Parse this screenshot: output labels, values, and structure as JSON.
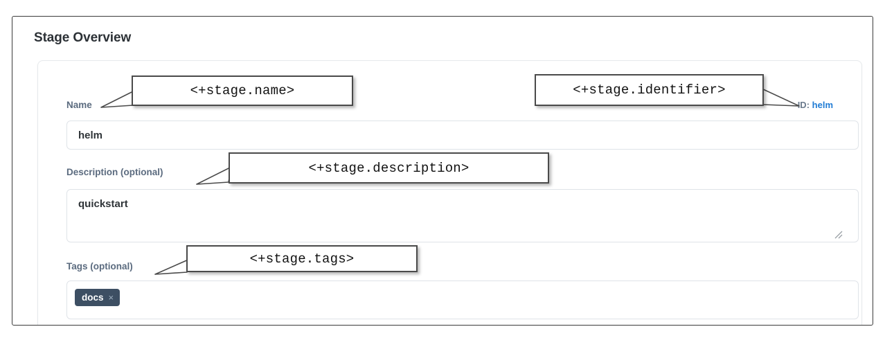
{
  "page": {
    "title": "Stage Overview"
  },
  "form": {
    "name": {
      "label": "Name",
      "value": "helm",
      "placeholder": ""
    },
    "identifier": {
      "label": "ID:",
      "value": "helm"
    },
    "description": {
      "label": "Description (optional)",
      "value": "quickstart",
      "placeholder": ""
    },
    "tags": {
      "label": "Tags (optional)",
      "chips": [
        {
          "text": "docs",
          "remove_icon": "×"
        }
      ]
    }
  },
  "annotations": [
    {
      "id": "name",
      "text": "<+stage.name>"
    },
    {
      "id": "identifier",
      "text": "<+stage.identifier>"
    },
    {
      "id": "description",
      "text": "<+stage.description>"
    },
    {
      "id": "tags",
      "text": "<+stage.tags>"
    }
  ],
  "colors": {
    "label": "#5b6b7f",
    "link": "#1f7bd4",
    "chip_bg": "#3d4f63",
    "frame_border": "#3a3a3a",
    "input_border": "#dfe3e8",
    "callout_border": "#4a4a4a",
    "title": "#2c3136"
  }
}
